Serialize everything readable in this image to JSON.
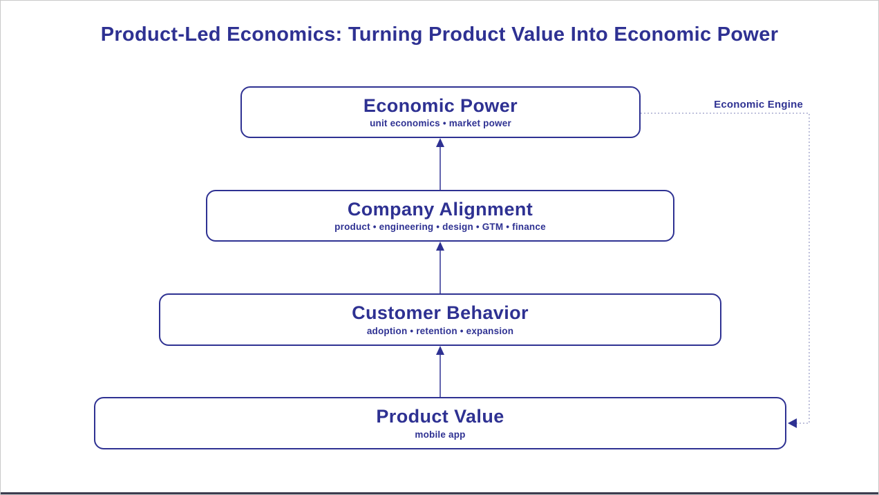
{
  "title": "Product-Led Economics: Turning Product Value Into Economic Power",
  "colors": {
    "primary": "#2e3192",
    "dotted_line": "#a9abcf",
    "canvas_border": "#c9c9c9",
    "bottom_bar": "#3c3c4e",
    "background": "#ffffff"
  },
  "nodes": [
    {
      "title": "Economic Power",
      "subtitle": "unit economics • market power"
    },
    {
      "title": "Company Alignment",
      "subtitle": "product • engineering • design • GTM • finance"
    },
    {
      "title": "Customer Behavior",
      "subtitle": "adoption • retention • expansion"
    },
    {
      "title": "Product Value",
      "subtitle": "mobile app"
    }
  ],
  "feedback_loop_label": "Economic Engine"
}
